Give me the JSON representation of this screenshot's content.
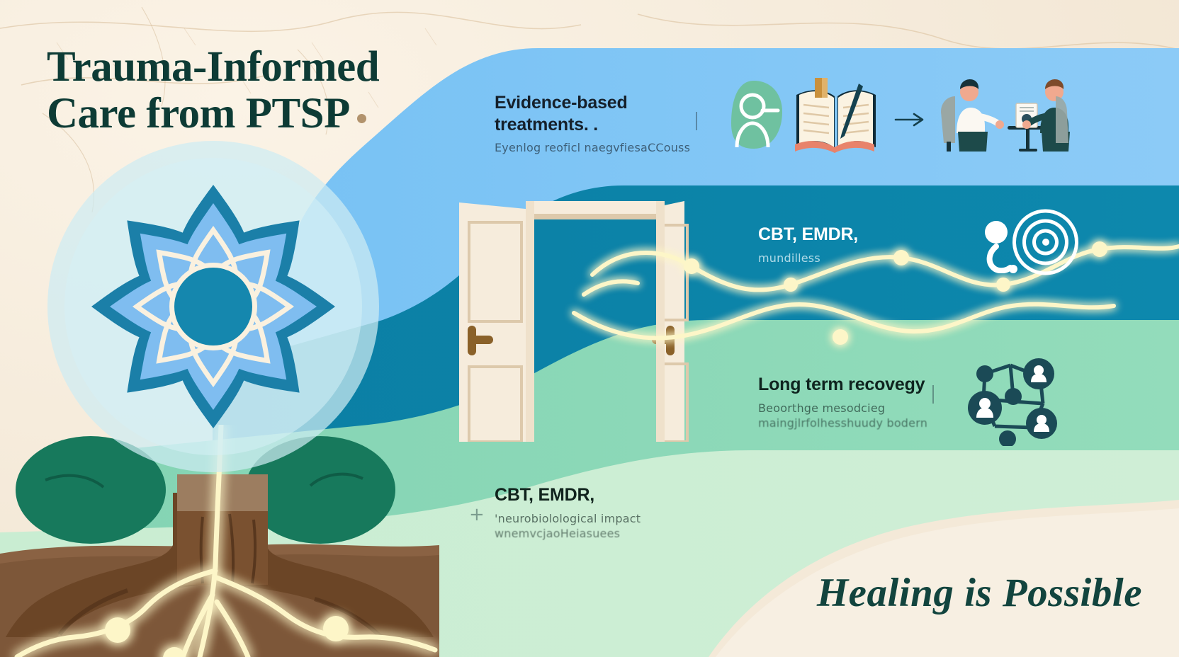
{
  "poster": {
    "title_line1": "Trauma-Informed",
    "title_line2": "Care from PTSP",
    "title_dot": "•",
    "tagline": "Healing is Possible"
  },
  "blocks": [
    {
      "id": "evidence-based",
      "heading_line1": "Evidence-based",
      "heading_line2": "treatments. .",
      "sub_line1": "Eyenlog reoficl naegvfiesaCCouss",
      "sub_line2": ""
    },
    {
      "id": "cbt-emdr-mindfulness",
      "heading_line1": "CBT, EMDR,",
      "heading_line2": "",
      "sub_line1": "mundilless",
      "sub_line2": ""
    },
    {
      "id": "long-term-recovery",
      "heading_line1": "Long term recovegy",
      "heading_line2": "",
      "sub_line1": "Beoorthge mesodcieg",
      "sub_line2": "maingjlrfolhesshuudy bodern"
    },
    {
      "id": "neurobiological-impact",
      "heading_line1": "CBT, EMDR,",
      "heading_line2": "",
      "sub_line1": "'neurobiolological  impact",
      "sub_line2": "wnemvcjaoHeiasuees"
    }
  ],
  "icons": {
    "mandala": "lotus-mandala-icon",
    "tree": "rooted-tree-icon",
    "door": "open-door-icon",
    "person_profile": "person-profile-icon",
    "open_book": "open-book-with-pen-icon",
    "arrow": "arrow-right-icon",
    "therapy_session": "therapy-session-icon",
    "meditation_ripples": "meditation-ripples-icon",
    "community_network": "community-network-icon",
    "neural_pathway": "glowing-neural-pathway"
  },
  "colors": {
    "paper": "#f4e9d8",
    "paper_line": "#d9bf9c",
    "sky_blue": "#7dc4f2",
    "teal": "#0d87ab",
    "deep_teal": "#0b7b9e",
    "mint": "#7fd2b0",
    "pale_mint": "#c8ebcf",
    "title_green": "#0d3b35",
    "tagline_green": "#12443e",
    "mandala_outer": "#1b7fa8",
    "mandala_mid": "#7fbdf0",
    "mandala_cream": "#faf1df",
    "mandala_core": "#1587ae",
    "door_cream": "#f6ecdc",
    "door_shadow": "#ddc9ab",
    "handle_brown": "#8a6129",
    "trunk_brown": "#6b4526",
    "soil_brown": "#8a6243",
    "foliage_green": "#17795c",
    "glow_cream": "#fdf6c8",
    "halo_blue": "#cdecf3"
  }
}
